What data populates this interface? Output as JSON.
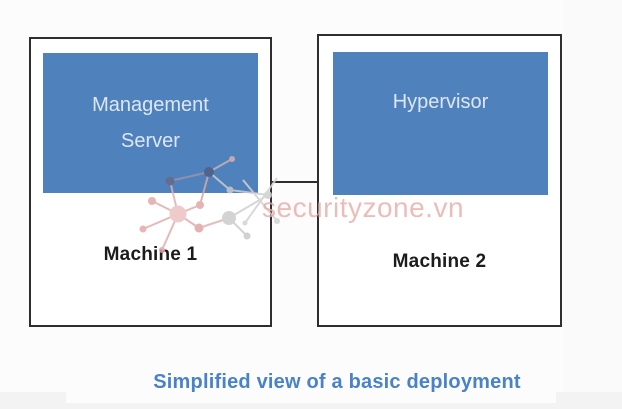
{
  "diagram": {
    "machines": [
      {
        "label": "Machine 1",
        "lines": [
          "Management",
          "Server"
        ]
      },
      {
        "label": "Machine 2",
        "lines": [
          "Hypervisor"
        ]
      }
    ],
    "caption": "Simplified view of a basic deployment",
    "watermark": {
      "text": "securityzone.vn"
    },
    "colors": {
      "component_fill": "#4f81bd",
      "component_text": "#dde7f4",
      "box_border": "#2e2e2e",
      "caption_color": "#4a82c9",
      "watermark_color": "#e8aca8",
      "background": "#fcfcfc"
    }
  }
}
